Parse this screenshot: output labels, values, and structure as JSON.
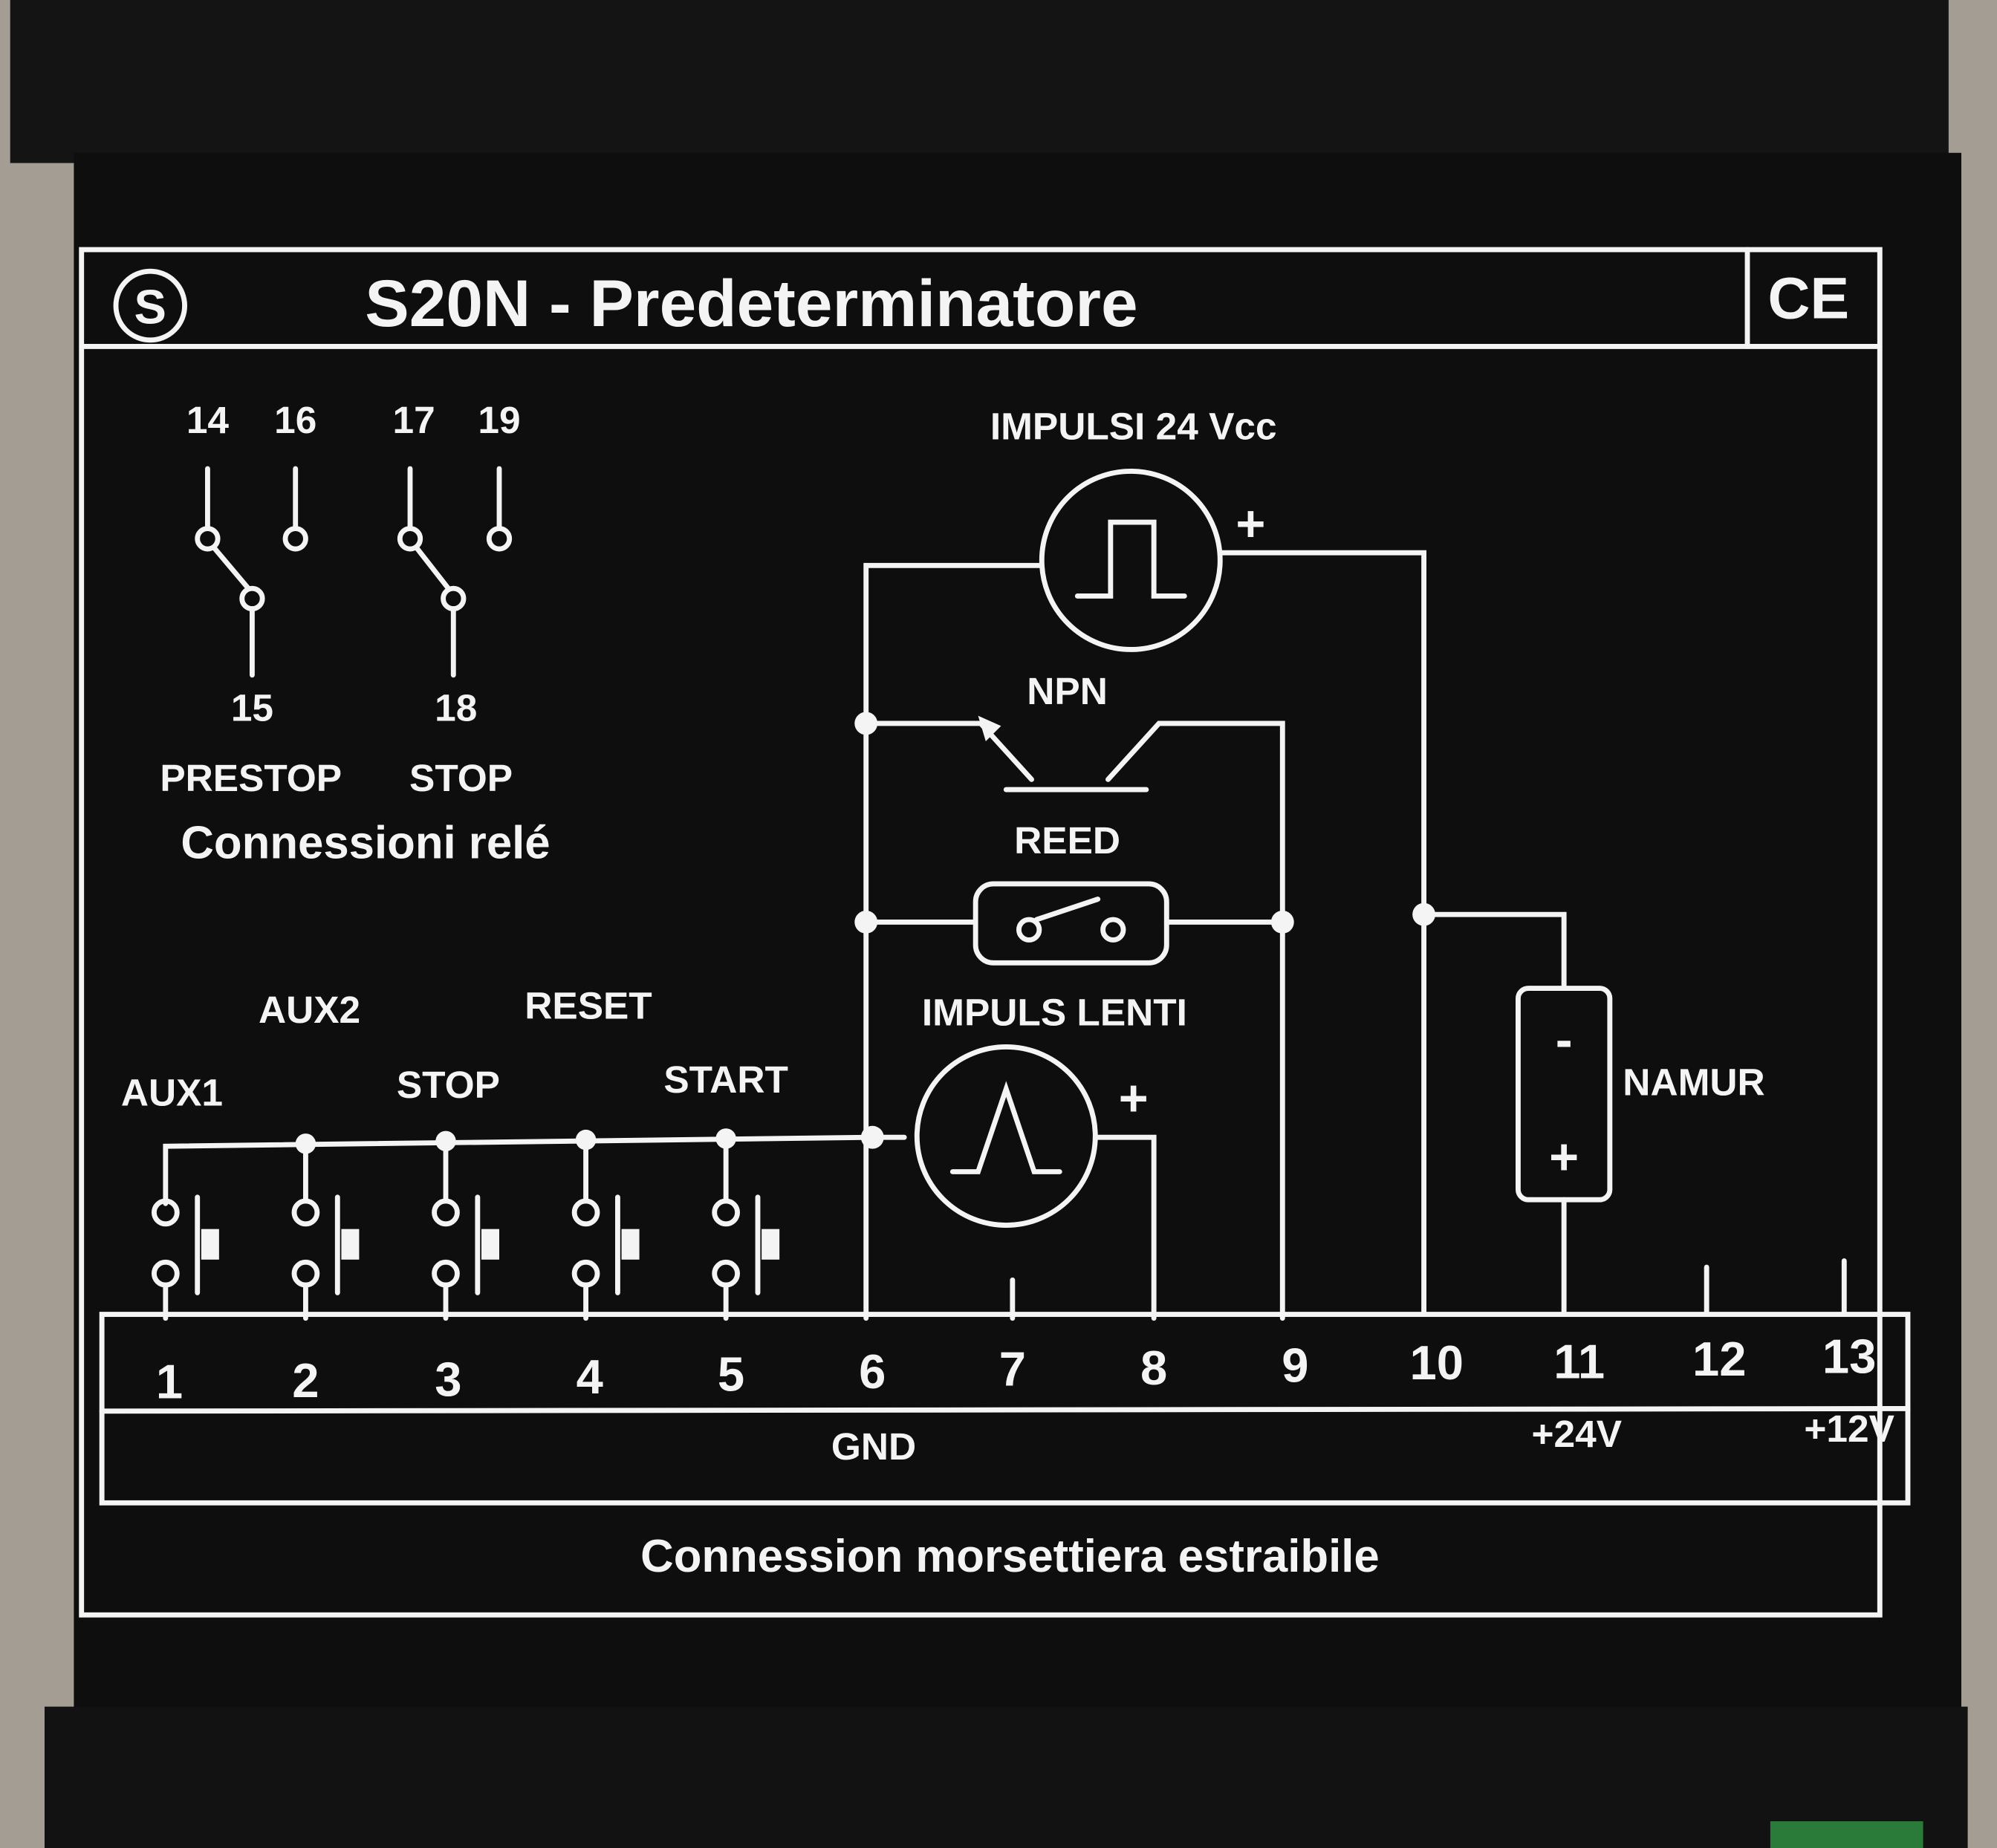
{
  "device": {
    "logo_letter": "S",
    "title": "S20N  -  Predeterminatore",
    "certification_mark": "CE"
  },
  "relay_section": {
    "contact_numbers_top": [
      "14",
      "16",
      "17",
      "19"
    ],
    "contact_numbers_bottom": [
      "15",
      "18"
    ],
    "relay_labels": [
      "PRESTOP",
      "STOP"
    ],
    "section_title": "Connessioni relé"
  },
  "sensor_section": {
    "impulse_label": "IMPULSI  24 Vcc",
    "npn_label": "NPN",
    "reed_label": "REED",
    "slow_impulse_label": "IMPULS LENTI",
    "namur_label": "NAMUR",
    "plus_sign": "+",
    "minus_sign": "-"
  },
  "inputs": {
    "labels": [
      "AUX1",
      "AUX2",
      "STOP",
      "RESET",
      "START"
    ]
  },
  "terminal_block": {
    "terminals": [
      "1",
      "2",
      "3",
      "4",
      "5",
      "6",
      "7",
      "8",
      "9",
      "10",
      "11",
      "12",
      "13"
    ],
    "gnd_label": "GND",
    "v24_label": "+24V",
    "v12_label": "+12V",
    "caption": "Connession  morsettiera estraibile"
  },
  "colors": {
    "label_black": "#0d0d0d",
    "print_white": "#f4f4f4",
    "background": "#a39d93"
  }
}
